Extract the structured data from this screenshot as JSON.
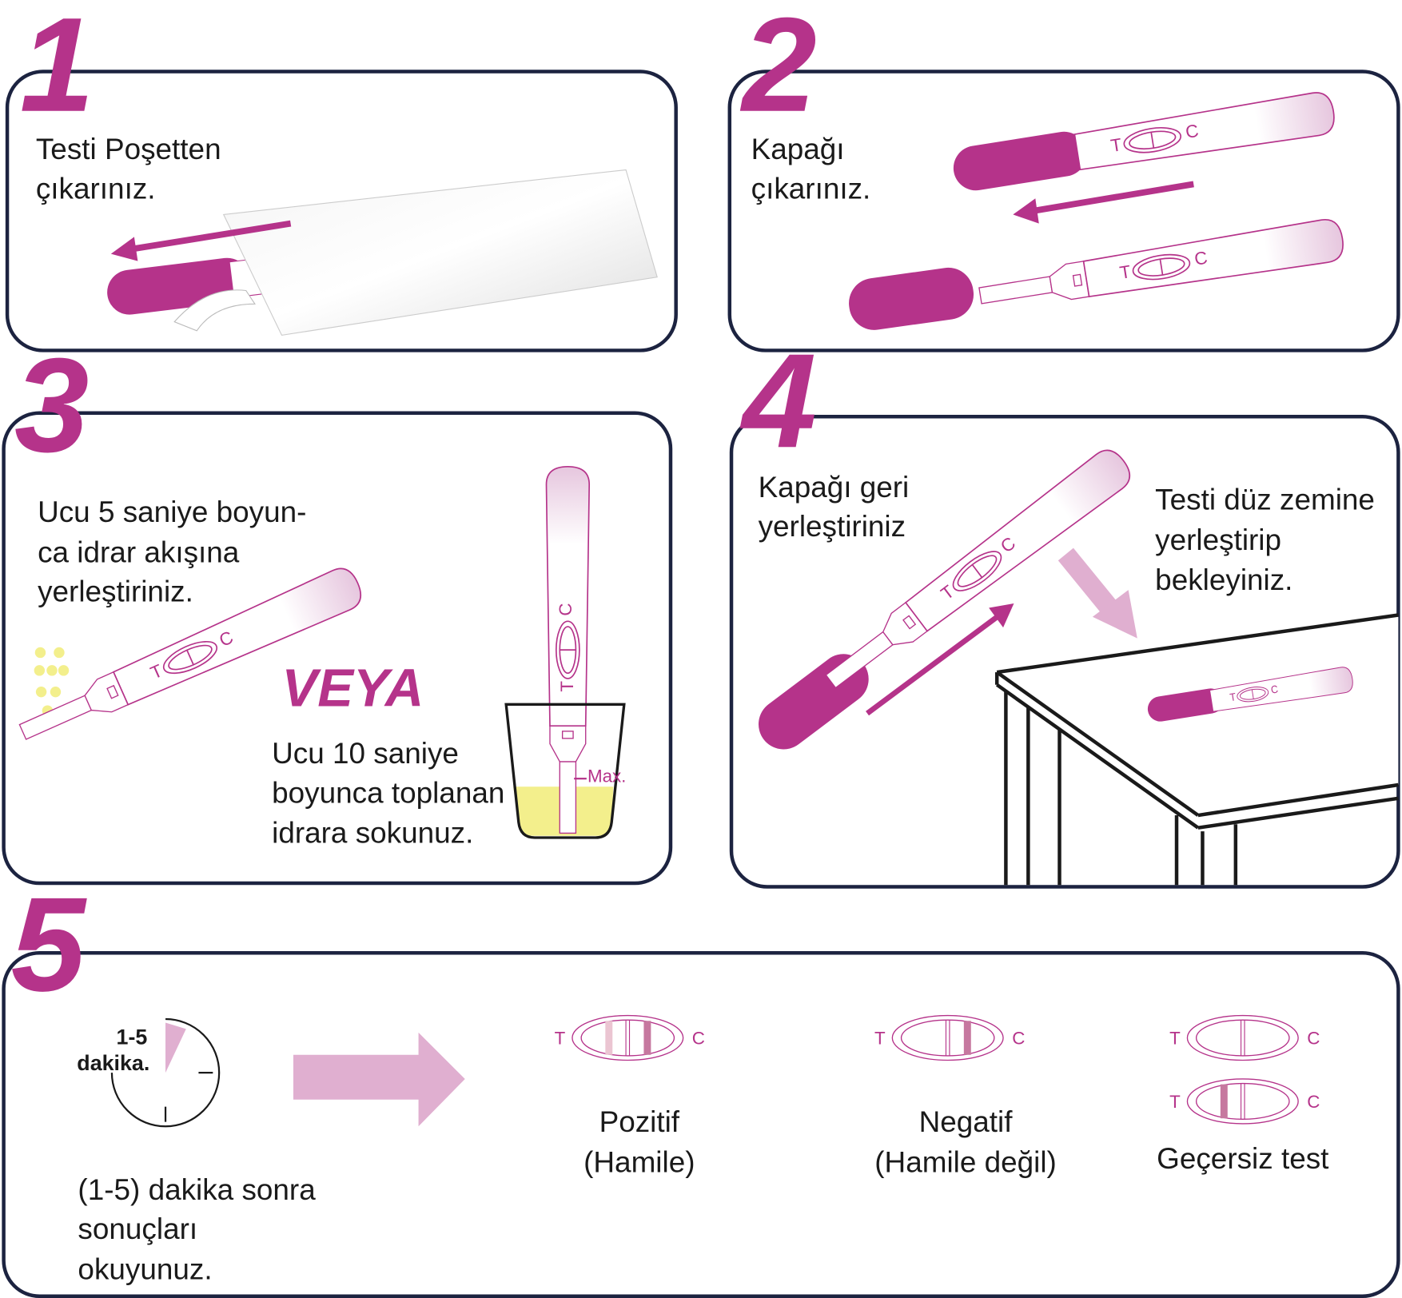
{
  "colors": {
    "accent": "#b5338a",
    "light_pink": "#e0afd0",
    "border": "#1c2340",
    "urine": "#f3ef8c"
  },
  "steps": [
    {
      "number": "1",
      "lines": [
        "Testi Poşetten",
        "çıkarınız."
      ]
    },
    {
      "number": "2",
      "lines": [
        "Kapağı",
        "çıkarınız."
      ]
    },
    {
      "number": "3",
      "lines": [
        "Ucu 5 saniye boyun-",
        "ca idrar akışına",
        "yerleştiriniz."
      ],
      "or_label": "VEYA",
      "alt_lines": [
        "Ucu 10 saniye",
        "boyunca toplanan",
        "idrara sokunuz."
      ],
      "max_label": "Max."
    },
    {
      "number": "4",
      "lines": [
        "Kapağı geri",
        "yerleştiriniz"
      ],
      "right_lines": [
        "Testi düz zemine",
        "yerleştirip",
        "bekleyiniz."
      ]
    },
    {
      "number": "5",
      "timer_label": [
        "1-5",
        "dakika."
      ],
      "lines": [
        "(1-5) dakika sonra",
        "sonuçları",
        "okuyunuz."
      ]
    }
  ],
  "test_marks": {
    "t": "T",
    "c": "C"
  },
  "results": [
    {
      "label": [
        "Pozitif",
        "(Hamile)"
      ]
    },
    {
      "label": [
        "Negatif",
        "(Hamile değil)"
      ]
    },
    {
      "label": [
        "Geçersiz test"
      ]
    }
  ]
}
